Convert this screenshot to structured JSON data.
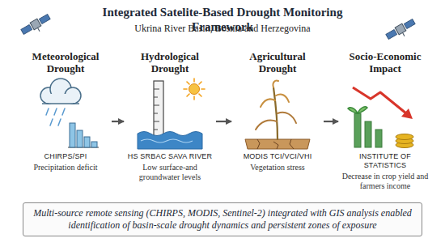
{
  "diagram": {
    "title": "Integrated Satelite-Based Drought Monitoring Framework",
    "nodes": [
      {
        "text": [
          "Meteorological Drought",
          "CHIRPS/SPI",
          "Precipitation deficit"
        ]
      },
      {
        "text": [
          "Hydrological Drought",
          "HS SRBAC SAVA RIVER",
          "Low surface-and groundwater levels"
        ]
      },
      {
        "text": [
          "Agricultural Drought",
          "MODIS TCI/VCI/VHI",
          "Vegetation stress"
        ]
      },
      {
        "text": [
          "Socio-Economic Impact",
          "INSTITUTE OF STATISTICS",
          "Decrease in crop yield and farmers income"
        ]
      },
      {
        "text": [
          "Multi-source remote sensing (CHIRPS, MODIS, Sentinel-2) integrated with GIS analysis enabled identification of basin-scale drought dynamics and persistent zones of exposure"
        ]
      }
    ],
    "edges": [
      {
        "from": 0,
        "to": 1,
        "arrow": "to"
      },
      {
        "from": 1,
        "to": 2,
        "arrow": "to"
      },
      {
        "from": 2,
        "to": 3,
        "arrow": "to"
      }
    ],
    "labels": [
      "Ukrina River Basin, Bosnia and Herzegovina"
    ]
  }
}
